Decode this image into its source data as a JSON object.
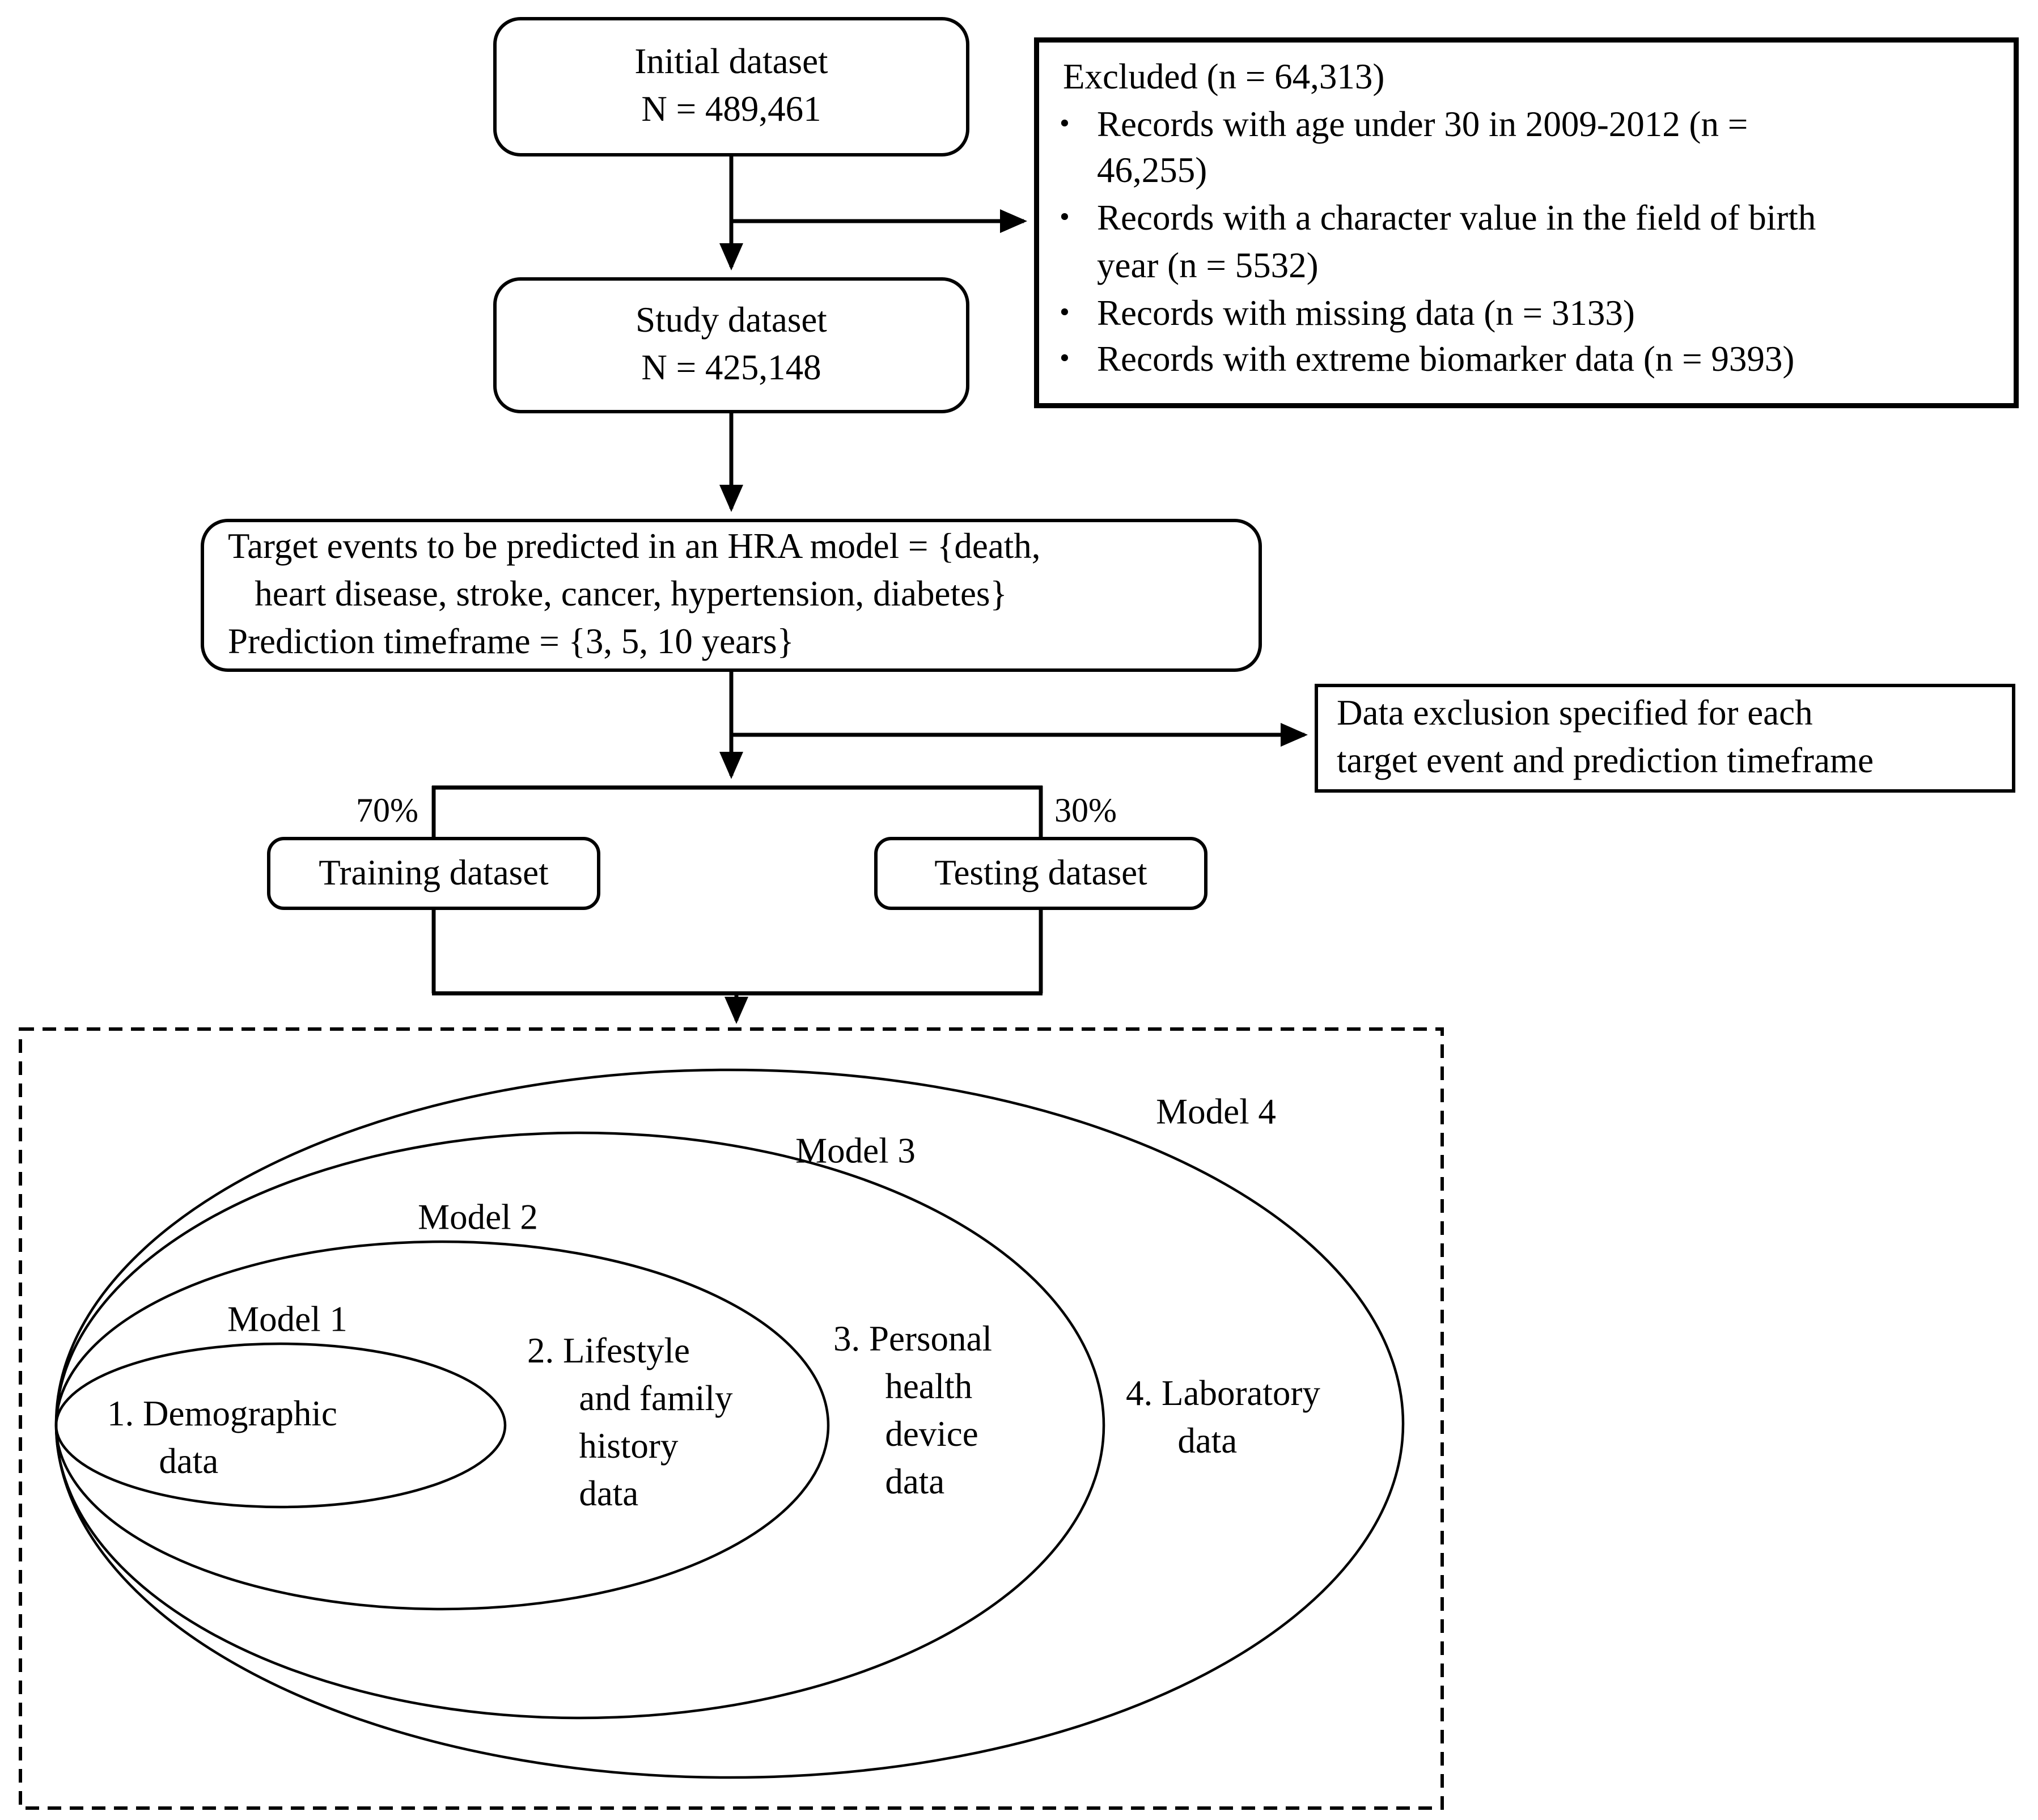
{
  "figure": {
    "boxes": {
      "initial": {
        "title": "Initial dataset",
        "n": "N = 489,461"
      },
      "study": {
        "title": "Study dataset",
        "n": "N = 425,148"
      },
      "excluded": {
        "title": "Excluded (n = 64,313)",
        "bullet_char": "•",
        "bullets": [
          "Records with age under 30 in 2009-2012 (n =\n46,255)",
          "Records with a character value in the field of birth\nyear (n = 5532)",
          "Records with missing data (n = 3133)",
          "Records with extreme biomarker data (n = 9393)"
        ]
      },
      "target": {
        "text": "Target events to be predicted in an HRA model = {death,\n   heart disease, stroke, cancer, hypertension, diabetes}\nPrediction timeframe = {3, 5, 10 years}"
      },
      "data_exclusion": {
        "text": "Data exclusion specified for each\ntarget event and prediction timeframe"
      },
      "training": {
        "label": "Training dataset",
        "share": "70%"
      },
      "testing": {
        "label": "Testing dataset",
        "share": "30%"
      }
    },
    "venn": {
      "models": [
        {
          "label": "Model 1",
          "set": "1. Demographic\ndata"
        },
        {
          "label": "Model 2",
          "set": "2. Lifestyle\nand family\nhistory\ndata"
        },
        {
          "label": "Model 3",
          "set": "3. Personal\nhealth\ndevice\ndata"
        },
        {
          "label": "Model 4",
          "set": "4. Laboratory\ndata"
        }
      ]
    }
  },
  "colors": {
    "ink": "#000000",
    "background": "#ffffff"
  }
}
